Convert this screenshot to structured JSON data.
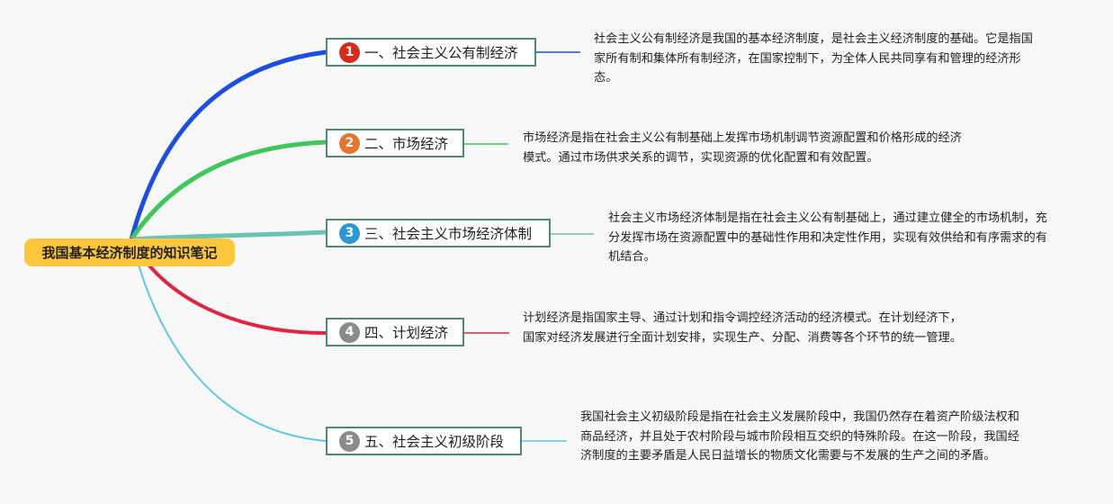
{
  "root": {
    "label": "我国基本经济制度的知识笔记",
    "color": "#fcc73b"
  },
  "topics": [
    {
      "number": "1",
      "label": "一、社会主义公有制经济",
      "badge_color": "#d62a1d",
      "line_color": "#1b4fe3",
      "description": "社会主义公有制经济是我国的基本经济制度，是社会主义经济制度的基础。它是指国家所有制和集体所有制经济，在国家控制下，为全体人民共同享有和管理的经济形态。"
    },
    {
      "number": "2",
      "label": "二、市场经济",
      "badge_color": "#e8732d",
      "line_color": "#3ec75a",
      "description": "市场经济是指在社会主义公有制基础上发挥市场机制调节资源配置和价格形成的经济模式。通过市场供求关系的调节，实现资源的优化配置和有效配置。"
    },
    {
      "number": "3",
      "label": "三、社会主义市场经济体制",
      "badge_color": "#2a97d6",
      "line_color": "#6ac4b4",
      "description": "社会主义市场经济体制是指在社会主义公有制基础上，通过建立健全的市场机制，充分发挥市场在资源配置中的基础性作用和决定性作用，实现有效供给和有序需求的有机结合。"
    },
    {
      "number": "4",
      "label": "四、计划经济",
      "badge_color": "#8b8b8b",
      "line_color": "#e3243f",
      "description": "计划经济是指国家主导、通过计划和指令调控经济活动的经济模式。在计划经济下，国家对经济发展进行全面计划安排，实现生产、分配、消费等各个环节的统一管理。"
    },
    {
      "number": "5",
      "label": "五、社会主义初级阶段",
      "badge_color": "#8b8b8b",
      "line_color": "#5cc7ef",
      "description": "我国社会主义初级阶段是指在社会主义发展阶段中，我国仍然存在着资产阶级法权和商品经济，并且处于农村阶段与城市阶段相互交织的特殊阶段。在这一阶段，我国经济制度的主要矛盾是人民日益增长的物质文化需要与不发展的生产之间的矛盾。"
    }
  ]
}
